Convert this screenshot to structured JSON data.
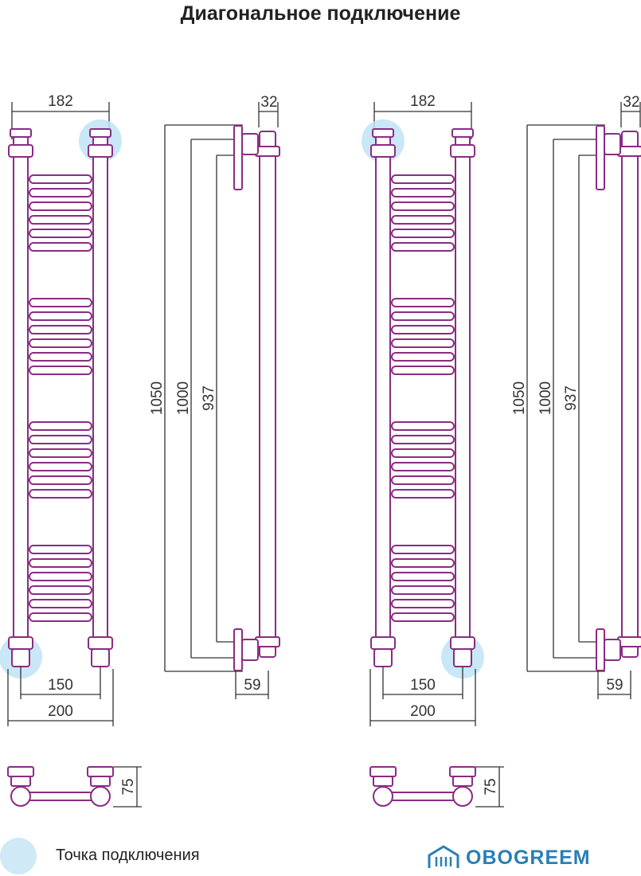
{
  "title": "Диагональное подключение",
  "legend": {
    "label": "Точка подключения",
    "color": "#cfe9f6"
  },
  "brand": {
    "name": "OBOGREEM",
    "icon": "house-logo-icon",
    "color": "#2a7fb5"
  },
  "colors": {
    "pipe": "#8a2c83",
    "highlight": "#bfe3f5",
    "dimension": "#333333"
  },
  "diagrams": [
    {
      "variant": "top-right-in-bottom-left-out",
      "front": {
        "width_top": "182",
        "width_bottom_inner": "150",
        "width_bottom_outer": "200"
      },
      "side": {
        "depth": "32",
        "height_total": "1050",
        "height_mid": "1000",
        "height_inner": "937",
        "offset": "59"
      },
      "base": {
        "height": "75"
      }
    },
    {
      "variant": "top-left-in-bottom-right-out",
      "front": {
        "width_top": "182",
        "width_bottom_inner": "150",
        "width_bottom_outer": "200"
      },
      "side": {
        "depth": "32",
        "height_total": "1050",
        "height_mid": "1000",
        "height_inner": "937",
        "offset": "59"
      },
      "base": {
        "height": "75"
      }
    }
  ]
}
